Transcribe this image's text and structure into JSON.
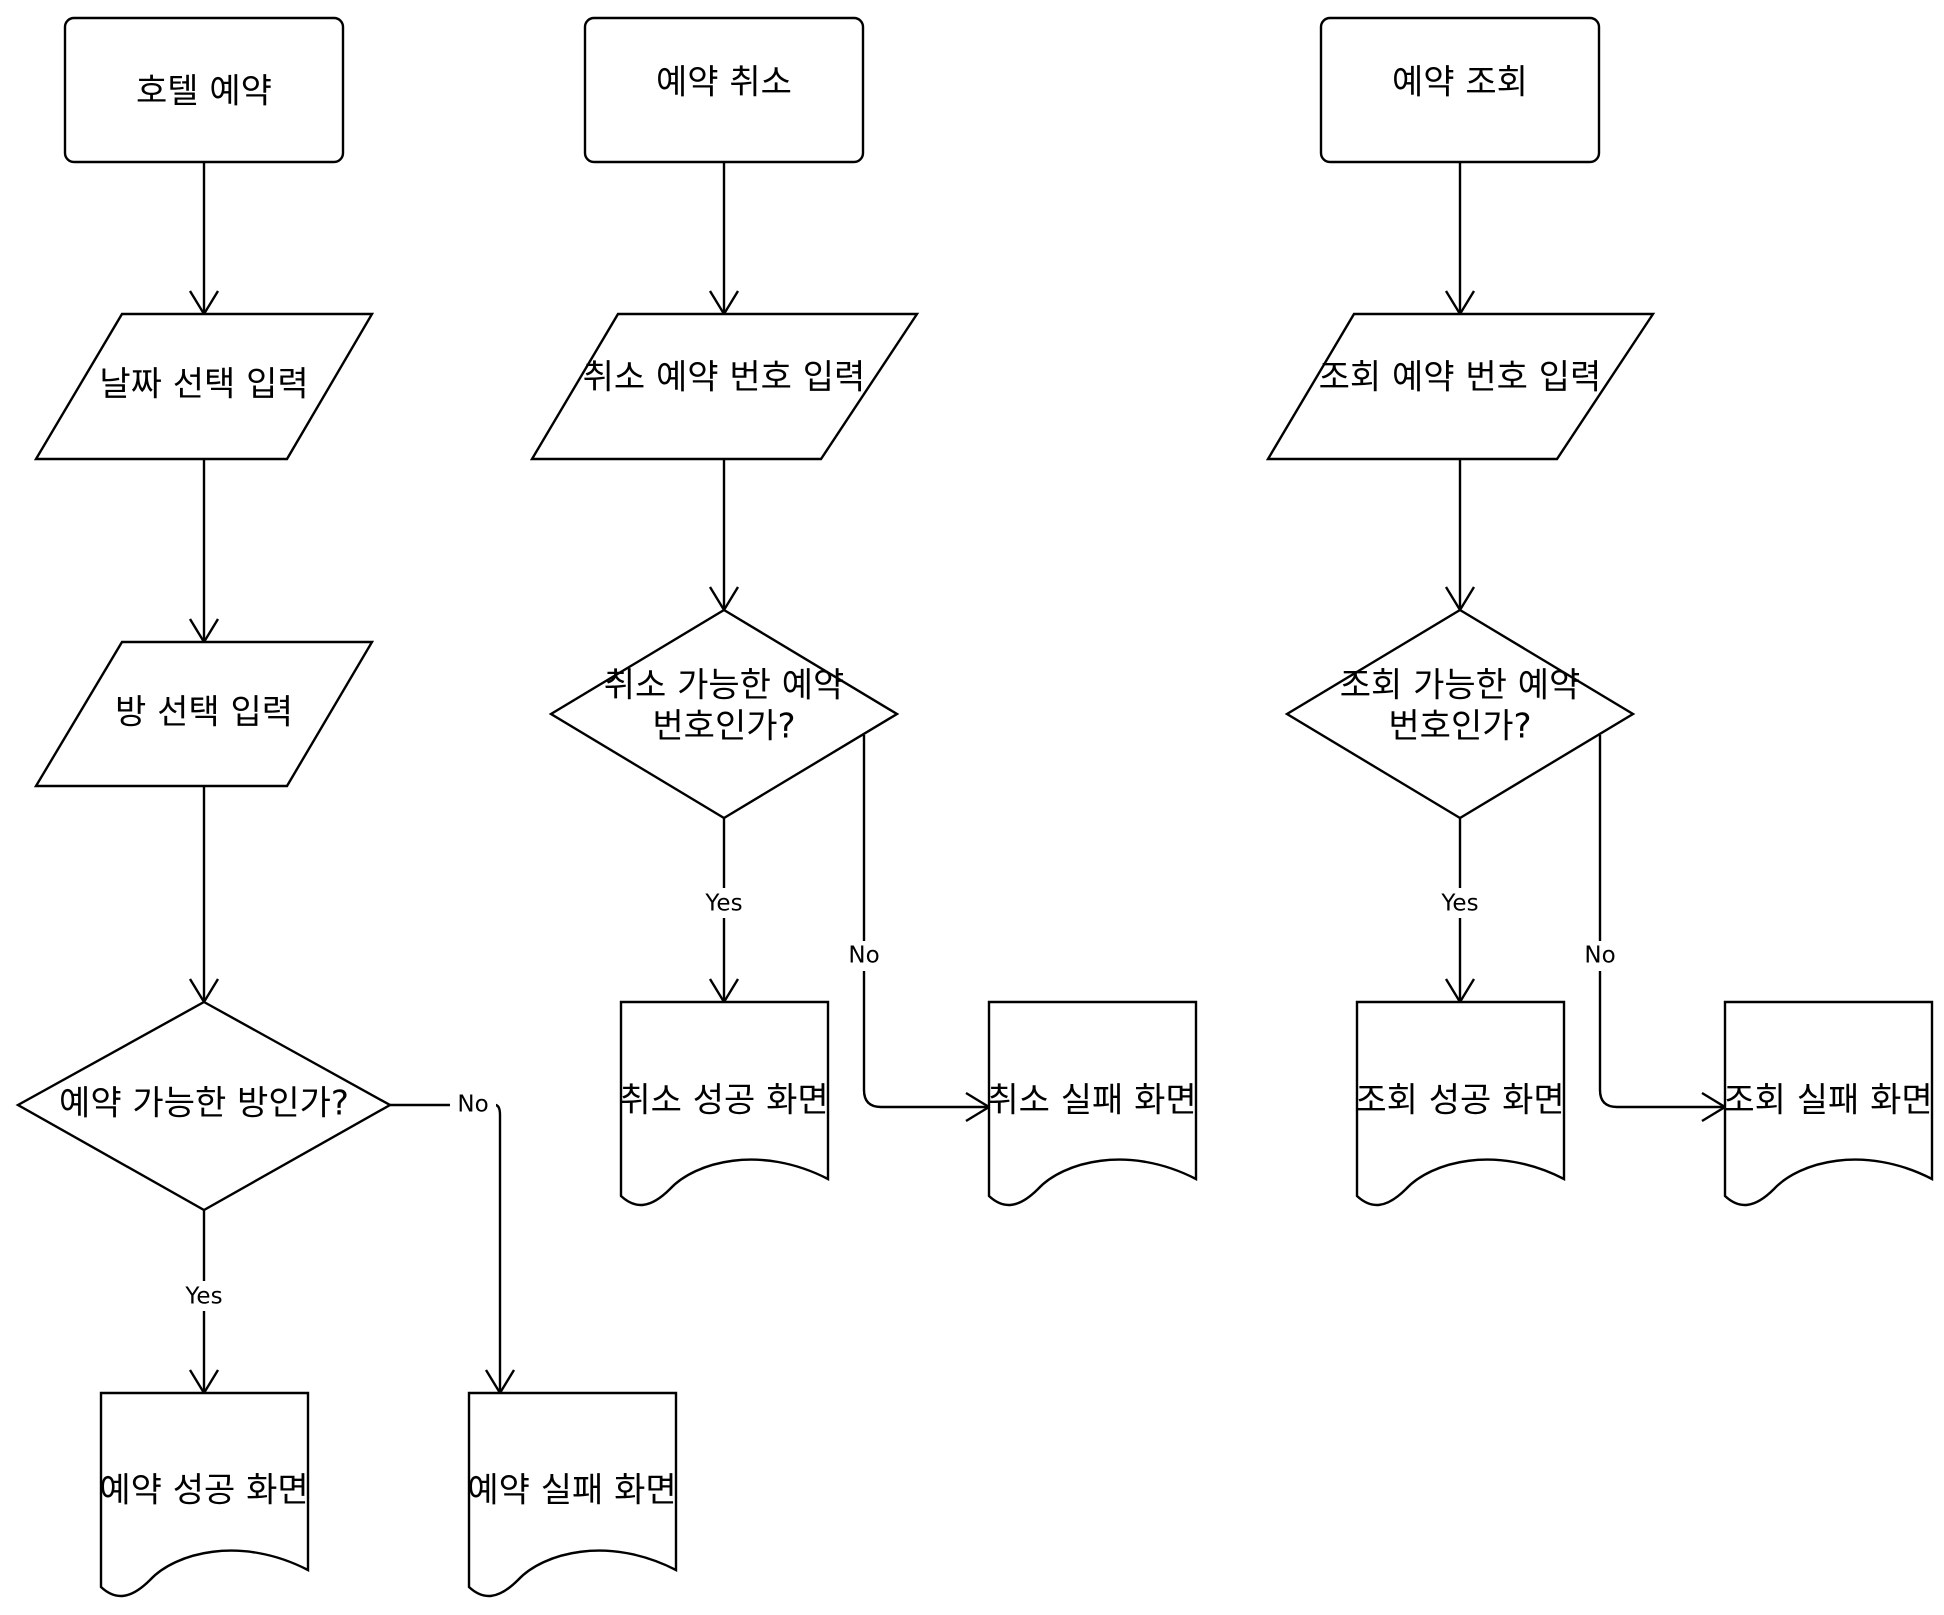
{
  "diagram": {
    "flows": [
      {
        "start": "호텔 예약",
        "input_date": "날짜 선택 입력",
        "input_room": "방 선택 입력",
        "decision": "예약 가능한 방인가?",
        "yes_label": "Yes",
        "no_label": "No",
        "success": "예약 성공 화면",
        "failure": "예약 실패 화면"
      },
      {
        "start": "예약 취소",
        "input": "취소 예약 번호 입력",
        "decision_line1": "취소 가능한 예약",
        "decision_line2": "번호인가?",
        "yes_label": "Yes",
        "no_label": "No",
        "success": "취소 성공 화면",
        "failure": "취소 실패 화면"
      },
      {
        "start": "예약 조회",
        "input": "조회 예약 번호 입력",
        "decision_line1": "조회 가능한 예약",
        "decision_line2": "번호인가?",
        "yes_label": "Yes",
        "no_label": "No",
        "success": "조회 성공 화면",
        "failure": "조회 실패 화면"
      }
    ]
  }
}
